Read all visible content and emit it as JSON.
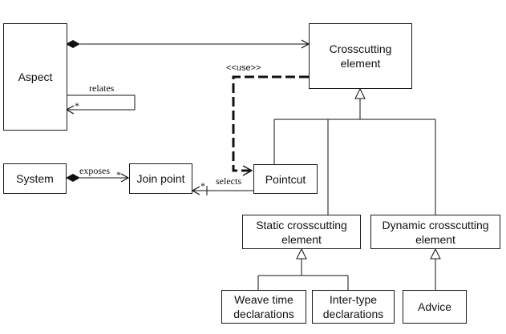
{
  "nodes": {
    "aspect": "Aspect",
    "crosscutting_element": "Crosscutting element",
    "system": "System",
    "join_point": "Join point",
    "pointcut": "Pointcut",
    "static_crosscutting_element": "Static crosscutting element",
    "dynamic_crosscutting_element": "Dynamic crosscutting element",
    "weave_time_declarations": "Weave time declarations",
    "inter_type_declarations": "Inter-type declarations",
    "advice": "Advice"
  },
  "edges": {
    "relates": "relates",
    "relates_multiplicity": "*",
    "use_stereotype": "<<use>>",
    "exposes": "exposes",
    "exposes_multiplicity": "*",
    "selects": "selects",
    "selects_multiplicity": "*"
  }
}
